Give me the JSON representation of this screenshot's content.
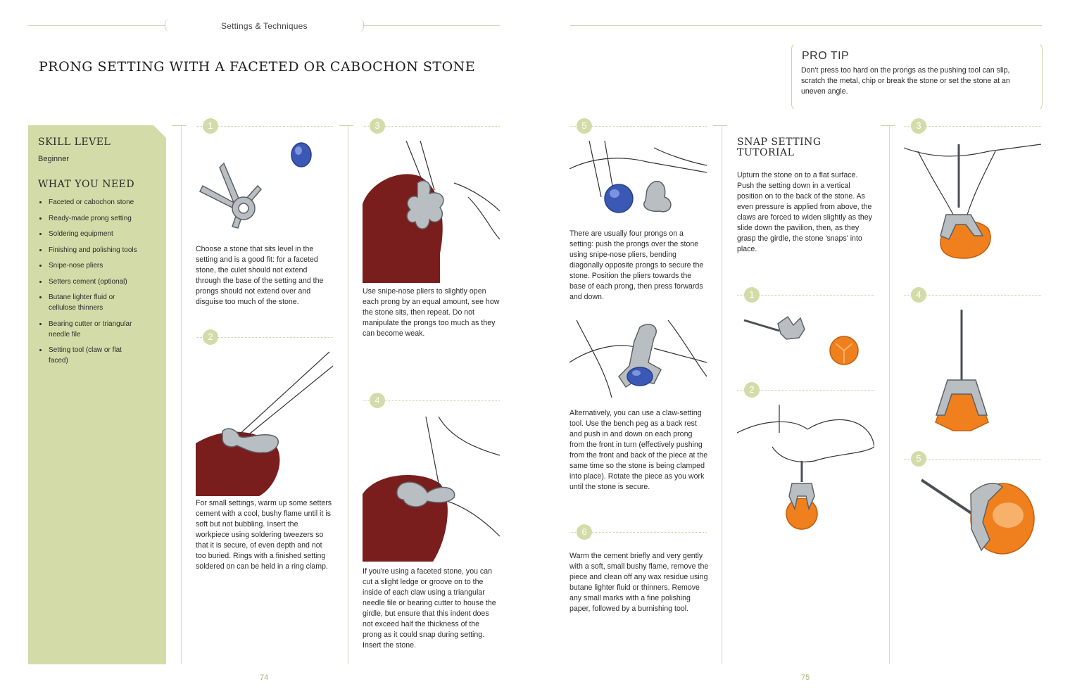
{
  "header": {
    "section_label": "Settings & Techniques"
  },
  "title": "PRONG SETTING WITH A FACETED OR CABOCHON STONE",
  "sidebar": {
    "skill_heading": "SKILL LEVEL",
    "skill_value": "Beginner",
    "need_heading": "WHAT YOU NEED",
    "items": [
      "Faceted or cabochon stone",
      "Ready-made prong setting",
      "Soldering equipment",
      "Finishing and polishing tools",
      "Snipe-nose pliers",
      "Setters cement (optional)",
      "Butane lighter fluid or cellulose thinners",
      "Bearing cutter or triangular needle file",
      "Setting tool (claw or flat faced)"
    ]
  },
  "steps": {
    "s1": {
      "num": "1",
      "text": "Choose a stone that sits level in the setting and is a good fit: for a faceted stone, the culet should not extend through the base of the setting and the prongs should not extend over and disguise too much of the stone."
    },
    "s2": {
      "num": "2",
      "text": "For small settings, warm up some setters cement with a cool, bushy flame until it is soft but not bubbling. Insert the workpiece using soldering tweezers so that it is secure, of even depth and not too buried. Rings with a finished setting soldered on can be held in a ring clamp."
    },
    "s3": {
      "num": "3",
      "text": "Use snipe-nose pliers to slightly open each prong by an equal amount, see how the stone sits, then repeat. Do not manipulate the prongs too much as they can become weak."
    },
    "s4": {
      "num": "4",
      "text": "If you're using a faceted stone, you can cut a slight ledge or groove on to the inside of each claw using a triangular needle file or bearing cutter to house the girdle, but ensure that this indent does not exceed half the thickness of the prong as it could snap during setting. Insert the stone."
    },
    "s5": {
      "num": "5",
      "text": "There are usually four prongs on a setting: push the prongs over the stone using snipe-nose pliers, bending diagonally opposite prongs to secure the stone. Position the pliers towards the base of each prong, then press forwards and down."
    },
    "s5b": {
      "text": "Alternatively, you can use a claw-setting tool. Use the bench peg as a back rest and push in and down on each prong from the front in turn (effectively pushing from the front and back of the piece at the same time so the stone is being clamped into place). Rotate the piece as you work until the stone is secure."
    },
    "s6": {
      "num": "6",
      "text": "Warm the cement briefly and very gently with a soft, small bushy flame, remove the piece and clean off any wax residue using butane lighter fluid or thinners. Remove any small marks with a fine polishing paper, followed by a burnishing tool."
    }
  },
  "pro_tip": {
    "heading": "PRO TIP",
    "text": "Don't press too hard on the prongs as the pushing tool can slip, scratch the metal, chip or break the stone or set the stone at an uneven angle."
  },
  "snap": {
    "heading": "SNAP SETTING TUTORIAL",
    "text": "Upturn the stone on to a flat surface. Push the setting down in a vertical position on to the back of the stone. As even pressure is applied from above, the claws are forced to widen slightly as they slide down the pavilion, then, as they grasp the girdle, the stone 'snaps' into place.",
    "step_nums": [
      "1",
      "2",
      "3",
      "4",
      "5"
    ]
  },
  "page_numbers": {
    "left": "74",
    "right": "75"
  },
  "colors": {
    "accent_green": "#d3dca8",
    "stone_blue": "#3b58b5",
    "stone_orange": "#f07f1d",
    "cement_red": "#7a1d1d",
    "metal_grey": "#a8aeb4"
  }
}
